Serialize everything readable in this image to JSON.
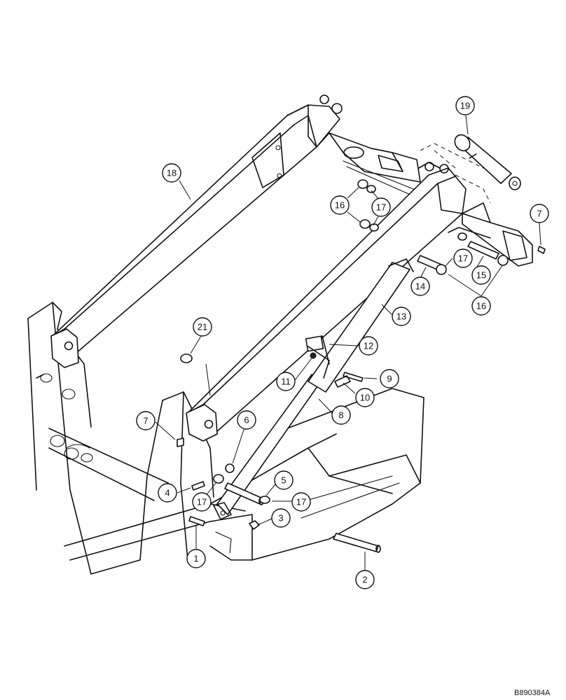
{
  "figure_code": "B890384A",
  "callouts": [
    {
      "id": "c1",
      "label": "1"
    },
    {
      "id": "c2",
      "label": "2"
    },
    {
      "id": "c3",
      "label": "3"
    },
    {
      "id": "c4",
      "label": "4"
    },
    {
      "id": "c5",
      "label": "5"
    },
    {
      "id": "c6",
      "label": "6"
    },
    {
      "id": "c7a",
      "label": "7"
    },
    {
      "id": "c7b",
      "label": "7"
    },
    {
      "id": "c8",
      "label": "8"
    },
    {
      "id": "c9",
      "label": "9"
    },
    {
      "id": "c10",
      "label": "10"
    },
    {
      "id": "c11",
      "label": "11"
    },
    {
      "id": "c12",
      "label": "12"
    },
    {
      "id": "c13",
      "label": "13"
    },
    {
      "id": "c14",
      "label": "14"
    },
    {
      "id": "c15",
      "label": "15"
    },
    {
      "id": "c16a",
      "label": "16"
    },
    {
      "id": "c16b",
      "label": "16"
    },
    {
      "id": "c17a",
      "label": "17"
    },
    {
      "id": "c17b",
      "label": "17"
    },
    {
      "id": "c17c",
      "label": "17"
    },
    {
      "id": "c17d",
      "label": "17"
    },
    {
      "id": "c18",
      "label": "18"
    },
    {
      "id": "c19",
      "label": "19"
    },
    {
      "id": "c21",
      "label": "21"
    }
  ]
}
